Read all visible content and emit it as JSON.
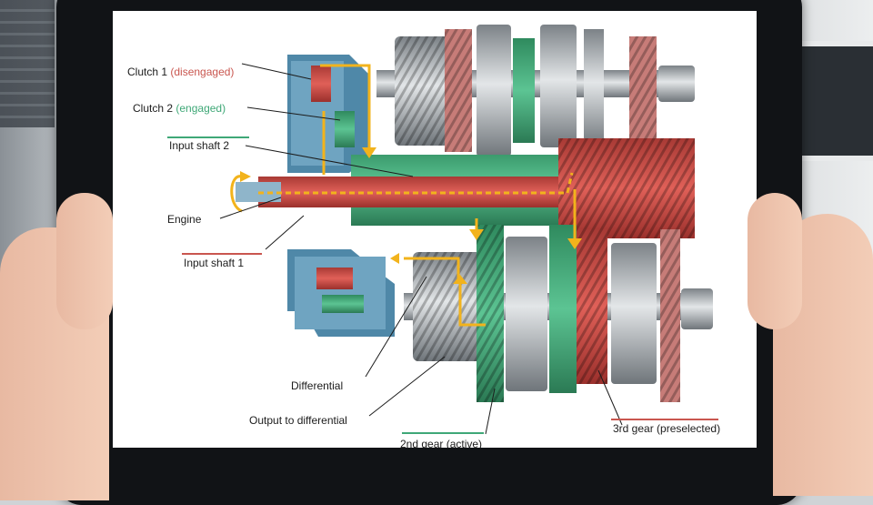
{
  "labels": {
    "clutch1": {
      "name": "Clutch 1",
      "state": "(disengaged)"
    },
    "clutch2": {
      "name": "Clutch 2",
      "state": "(engaged)"
    },
    "input_shaft_2": "Input shaft 2",
    "engine": "Engine",
    "input_shaft_1": "Input shaft 1",
    "differential": "Differential",
    "output_to_differential": "Output to differential",
    "gear_2": "2nd gear (active)",
    "gear_3": "3rd gear (preselected)"
  },
  "colors": {
    "engaged": "#3fa877",
    "disengaged": "#c9564f",
    "power_flow": "#f2b31c",
    "housing": "#4f88a8",
    "steel": "#b7bcc0"
  },
  "icons": [
    "rotation-arrow-icon",
    "power-flow-arrow-icon"
  ]
}
